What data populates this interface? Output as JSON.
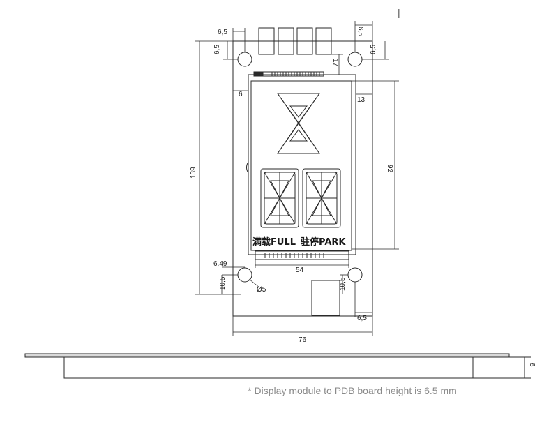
{
  "drawing": {
    "dimensions": {
      "top_left_offset": "6,5",
      "top_right_offset": "6,5",
      "left_hole_v": "6,5",
      "right_hole_v": "6,5",
      "tab_height": "17",
      "left_margin": "6",
      "right_margin": "13",
      "total_height": "139",
      "display_height": "92",
      "display_width": "54",
      "bottom_left_offset": "6,49",
      "hole_diameter": "Ø5",
      "bottom_left_v": "10,5",
      "bottom_mid_v": "10,5",
      "bottom_right_offset": "6,5",
      "total_width": "76",
      "side_height": "6"
    },
    "display_text": {
      "full_label": "满载FULL",
      "park_label": "驻停PARK"
    },
    "corner_mark": "|",
    "note": "* Display module to PDB board height is 6.5 mm"
  }
}
